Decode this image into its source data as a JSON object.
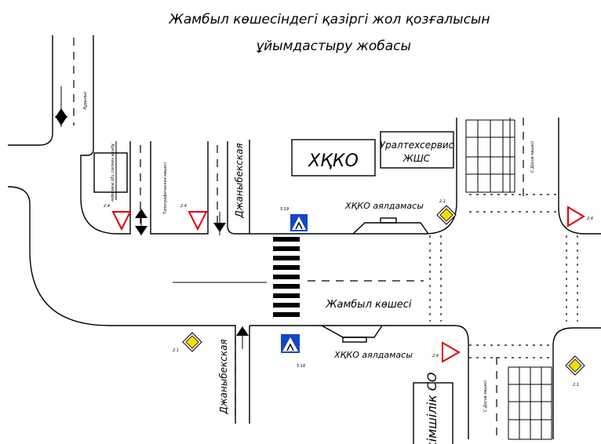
{
  "title": {
    "line1": "Жамбыл көшесіндегі қазіргі жол қозғалысын",
    "line2": "ұйымдастыру жобасы"
  },
  "buildings": {
    "main": "ХҚКО",
    "uralteh_line1": "Уралтехсервис",
    "uralteh_line2": "ЖШС",
    "bottom": "Өкімшілік СО",
    "small_box": "Қоғам кеңсесі тұр жайлары"
  },
  "streets": {
    "zhambyl": "Жамбыл көшесі",
    "dzhanybek_top": "Джаныбекская",
    "dzhanybek_bottom": "Джаныбекская",
    "kurylys": "Құрылыс",
    "topograf": "Топографическая көшесі",
    "dosov_top": "С.Досов көшесі",
    "dosov_bottom": "С.Досов көшесі"
  },
  "stops": {
    "top": "ХҚКО аялдамасы",
    "bottom": "ХҚКО аялдамасы"
  },
  "sign_codes": {
    "s21": "2.1",
    "s24": "2.4",
    "s516": "5.16",
    "s519": "5.19"
  },
  "colors": {
    "warning_red": "#e10010",
    "priority_yellow": "#f3de00",
    "pedestrian_blue": "#1446c8"
  }
}
